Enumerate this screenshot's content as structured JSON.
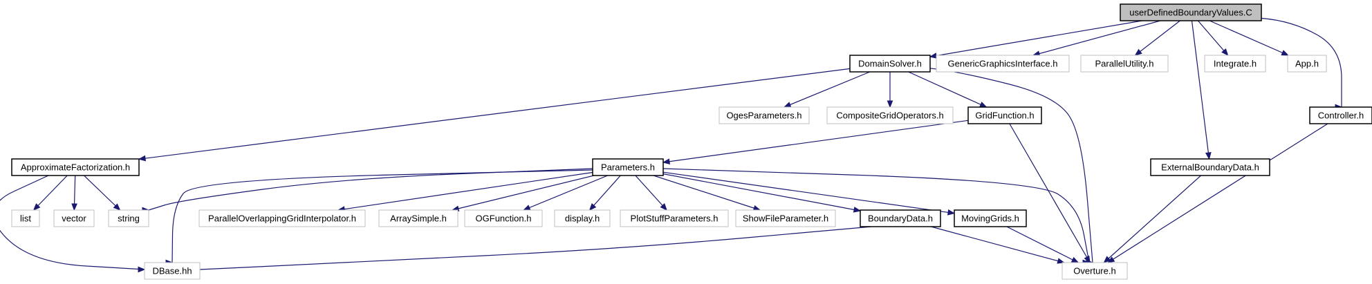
{
  "colors": {
    "edge": "#191970",
    "documented_border": "#000000",
    "external_border": "#bfbfbf",
    "root_fill": "#bfbfbf"
  },
  "nodes": {
    "root": {
      "label": "userDefinedBoundaryValues.C",
      "kind": "root"
    },
    "domainsolver": {
      "label": "DomainSolver.h",
      "kind": "doc"
    },
    "genericgraphics": {
      "label": "GenericGraphicsInterface.h",
      "kind": "ext"
    },
    "parallelutility": {
      "label": "ParallelUtility.h",
      "kind": "ext"
    },
    "integrate": {
      "label": "Integrate.h",
      "kind": "ext"
    },
    "app": {
      "label": "App.h",
      "kind": "ext"
    },
    "controller": {
      "label": "Controller.h",
      "kind": "doc"
    },
    "ogesparameters": {
      "label": "OgesParameters.h",
      "kind": "ext"
    },
    "compositegridoperators": {
      "label": "CompositeGridOperators.h",
      "kind": "ext"
    },
    "gridfunction": {
      "label": "GridFunction.h",
      "kind": "doc"
    },
    "externalboundarydata": {
      "label": "ExternalBoundaryData.h",
      "kind": "doc"
    },
    "approxfactorization": {
      "label": "ApproximateFactorization.h",
      "kind": "doc"
    },
    "parameters": {
      "label": "Parameters.h",
      "kind": "doc"
    },
    "list": {
      "label": "list",
      "kind": "ext"
    },
    "vector": {
      "label": "vector",
      "kind": "ext"
    },
    "string": {
      "label": "string",
      "kind": "ext"
    },
    "parallelogi": {
      "label": "ParallelOverlappingGridInterpolator.h",
      "kind": "ext"
    },
    "arraysimple": {
      "label": "ArraySimple.h",
      "kind": "ext"
    },
    "ogfunction": {
      "label": "OGFunction.h",
      "kind": "ext"
    },
    "display": {
      "label": "display.h",
      "kind": "ext"
    },
    "plotstuff": {
      "label": "PlotStuffParameters.h",
      "kind": "ext"
    },
    "showfile": {
      "label": "ShowFileParameter.h",
      "kind": "ext"
    },
    "boundarydata": {
      "label": "BoundaryData.h",
      "kind": "doc"
    },
    "movinggrids": {
      "label": "MovingGrids.h",
      "kind": "doc"
    },
    "dbase": {
      "label": "DBase.hh",
      "kind": "ext"
    },
    "overture": {
      "label": "Overture.h",
      "kind": "ext"
    }
  },
  "edges": [
    [
      "root",
      "domainsolver"
    ],
    [
      "root",
      "genericgraphics"
    ],
    [
      "root",
      "parallelutility"
    ],
    [
      "root",
      "integrate"
    ],
    [
      "root",
      "app"
    ],
    [
      "root",
      "controller"
    ],
    [
      "root",
      "externalboundarydata"
    ],
    [
      "domainsolver",
      "approxfactorization"
    ],
    [
      "domainsolver",
      "ogesparameters"
    ],
    [
      "domainsolver",
      "compositegridoperators"
    ],
    [
      "domainsolver",
      "gridfunction"
    ],
    [
      "domainsolver",
      "overture"
    ],
    [
      "gridfunction",
      "parameters"
    ],
    [
      "gridfunction",
      "overture"
    ],
    [
      "controller",
      "overture"
    ],
    [
      "externalboundarydata",
      "overture"
    ],
    [
      "approxfactorization",
      "list"
    ],
    [
      "approxfactorization",
      "vector"
    ],
    [
      "approxfactorization",
      "string"
    ],
    [
      "approxfactorization",
      "dbase"
    ],
    [
      "parameters",
      "string"
    ],
    [
      "parameters",
      "parallelogi"
    ],
    [
      "parameters",
      "arraysimple"
    ],
    [
      "parameters",
      "ogfunction"
    ],
    [
      "parameters",
      "display"
    ],
    [
      "parameters",
      "plotstuff"
    ],
    [
      "parameters",
      "showfile"
    ],
    [
      "parameters",
      "boundarydata"
    ],
    [
      "parameters",
      "movinggrids"
    ],
    [
      "parameters",
      "dbase"
    ],
    [
      "parameters",
      "overture"
    ],
    [
      "boundarydata",
      "dbase"
    ],
    [
      "boundarydata",
      "overture"
    ],
    [
      "movinggrids",
      "overture"
    ]
  ]
}
